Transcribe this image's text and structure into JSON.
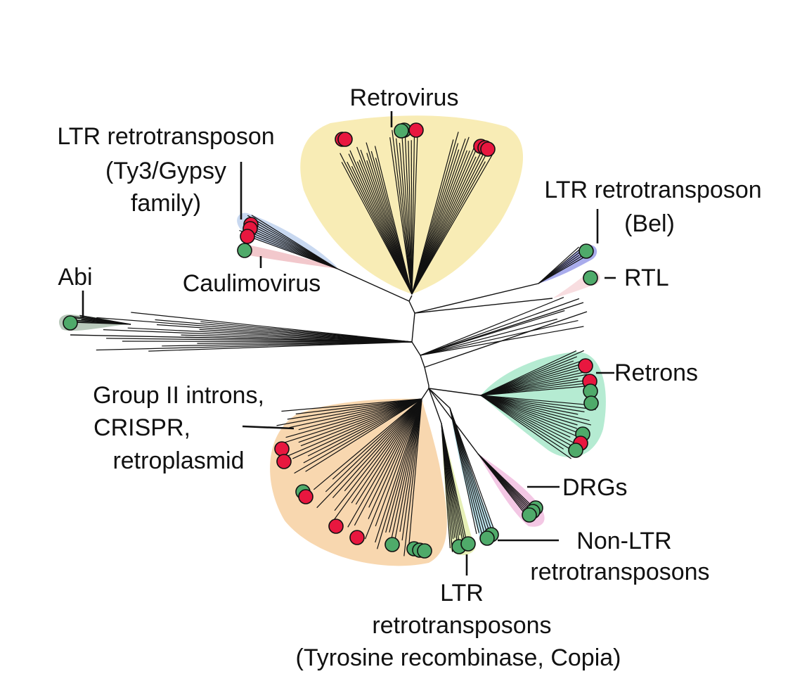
{
  "labels": {
    "retrovirus": "Retrovirus",
    "ltr_gypsy_1": "LTR retrotransposon",
    "ltr_gypsy_2": "(Ty3/Gypsy",
    "ltr_gypsy_3": "family)",
    "caulimovirus": "Caulimovirus",
    "abi": "Abi",
    "ltr_bel_1": "LTR retrotransposon",
    "ltr_bel_2": "(Bel)",
    "rtl": "RTL",
    "retrons": "Retrons",
    "group2_1": "Group II introns,",
    "group2_2": "CRISPR,",
    "group2_3": "retroplasmid",
    "drgs": "DRGs",
    "nonltr_1": "Non-LTR",
    "nonltr_2": "retrotransposons",
    "ltr_copia_1": "LTR",
    "ltr_copia_2": "retrotransposons",
    "ltr_copia_3": "(Tyrosine recombinase, Copia)"
  },
  "colors": {
    "node_red": "#e8173f",
    "node_green": "#4faa6a",
    "retrovirus_bg": "#f8ecb5",
    "gypsy_bg": "#c8d8f0",
    "caulimo_bg": "#f2c8cc",
    "abi_bg": "#b9c9bb",
    "bel_bg": "#a9acec",
    "rtl_bg": "#f8dde0",
    "retrons_bg": "#b5ebd2",
    "group2_bg": "#f8d7af",
    "drgs_bg": "#f3c7e4",
    "copia_bg": "#e6efb6",
    "nonltr_bg": "#bfe6ef"
  }
}
